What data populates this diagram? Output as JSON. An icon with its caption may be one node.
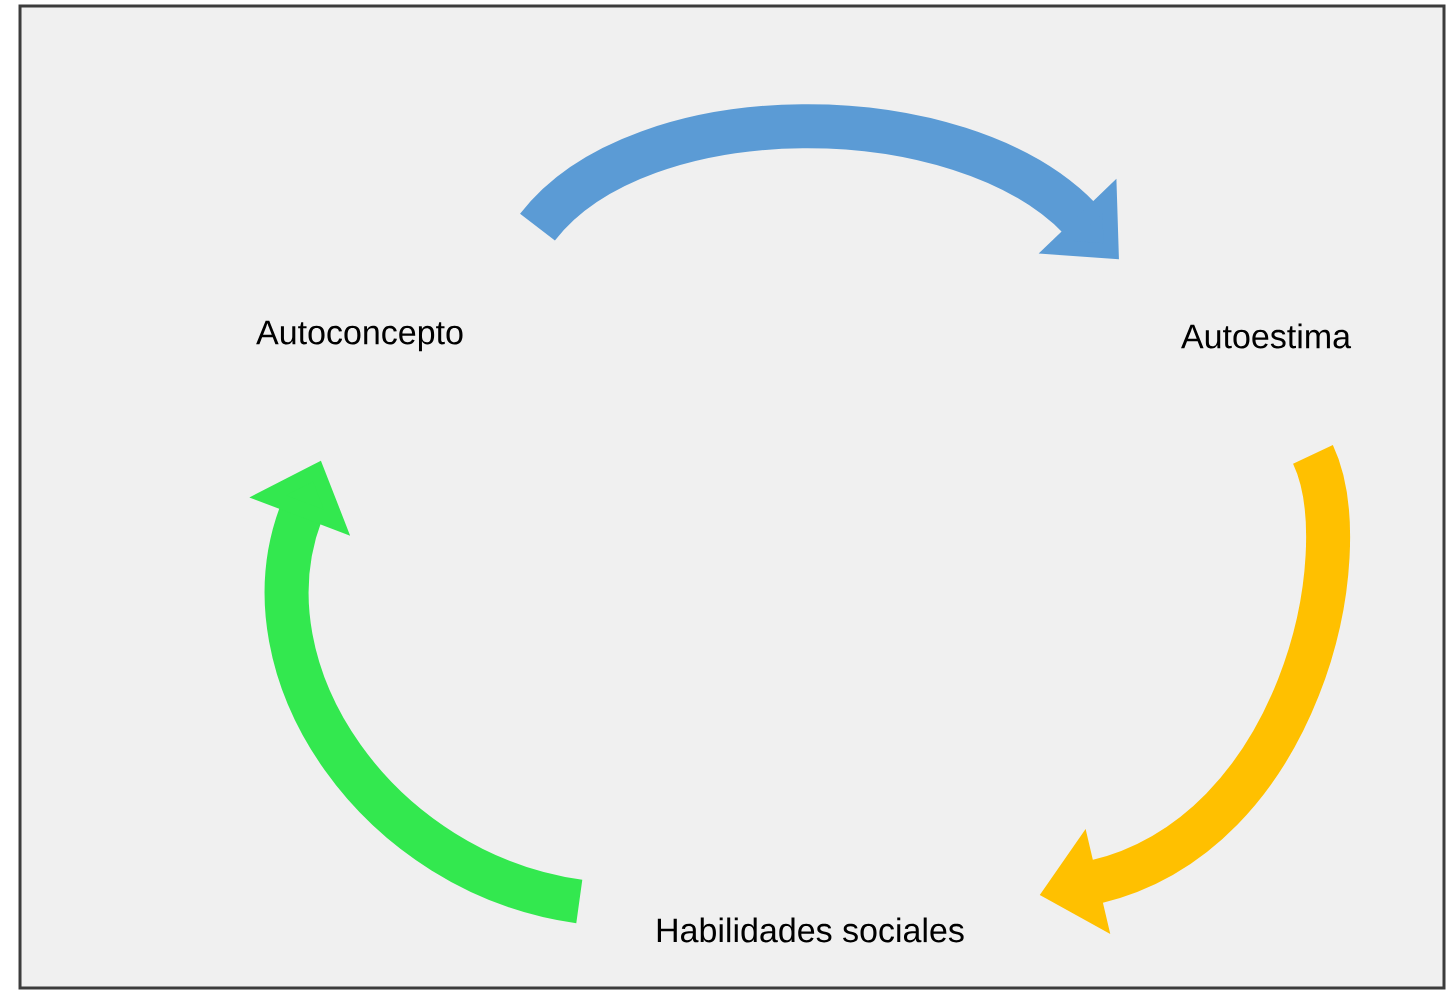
{
  "diagram": {
    "nodes": [
      {
        "text": [
          "Autoconcepto"
        ]
      },
      {
        "text": [
          "Autoestima"
        ]
      },
      {
        "text": [
          "Habilidades sociales"
        ]
      }
    ],
    "edges": [
      {
        "from": 0,
        "to": 1,
        "arrow": "to",
        "color": "#5b9bd5"
      },
      {
        "from": 1,
        "to": 2,
        "arrow": "to",
        "color": "#ffc000"
      },
      {
        "from": 2,
        "to": 0,
        "arrow": "to",
        "color": "#33e84f"
      }
    ]
  }
}
